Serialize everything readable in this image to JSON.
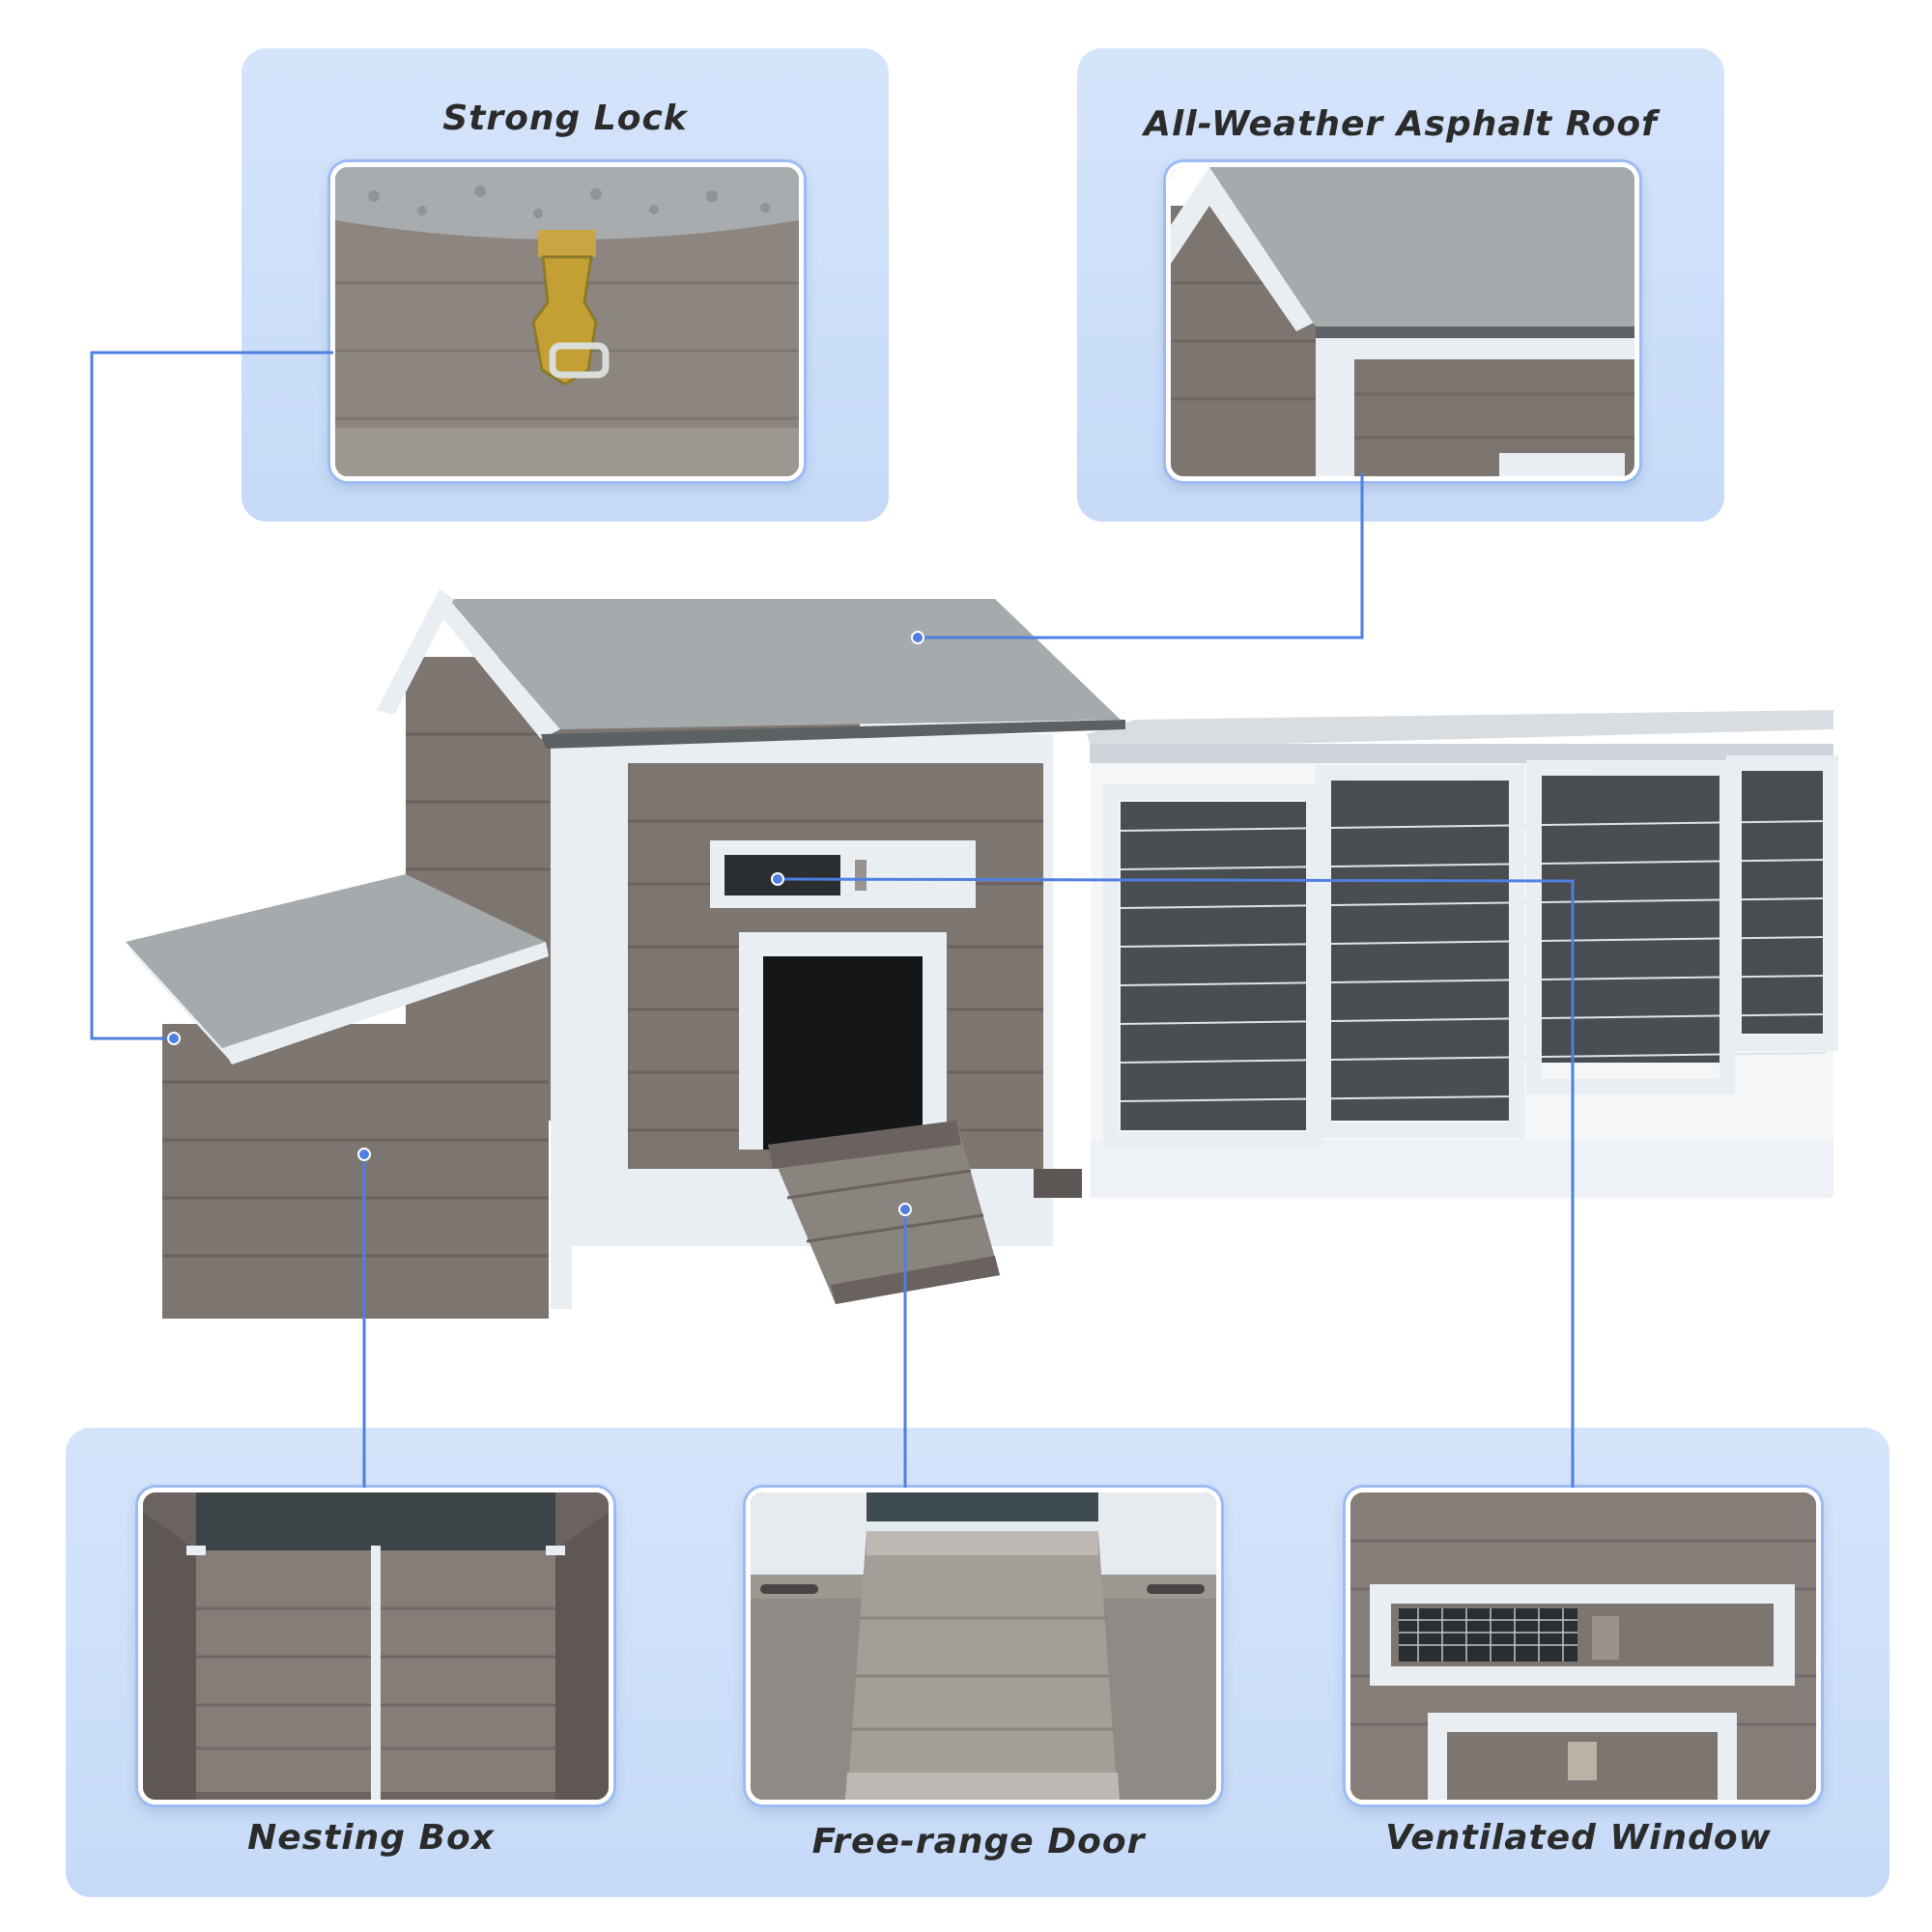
{
  "features": {
    "strong_lock": {
      "label": "Strong Lock",
      "photo_icon": "latch-icon"
    },
    "asphalt_roof": {
      "label": "All-Weather Asphalt Roof",
      "photo_icon": "roof-icon"
    },
    "nesting_box": {
      "label": "Nesting Box",
      "photo_icon": "nesting-box-icon"
    },
    "free_range_door": {
      "label": "Free-range Door",
      "photo_icon": "ramp-door-icon"
    },
    "ventilated_window": {
      "label": "Ventilated Window",
      "photo_icon": "vent-window-icon"
    }
  },
  "colors": {
    "panel_blue": "#c9dcf9",
    "leader_blue": "#4f7fe0",
    "wood_gray": "#7d7570",
    "trim_white": "#e9eef3",
    "shingle_gray": "#a5aaad"
  }
}
